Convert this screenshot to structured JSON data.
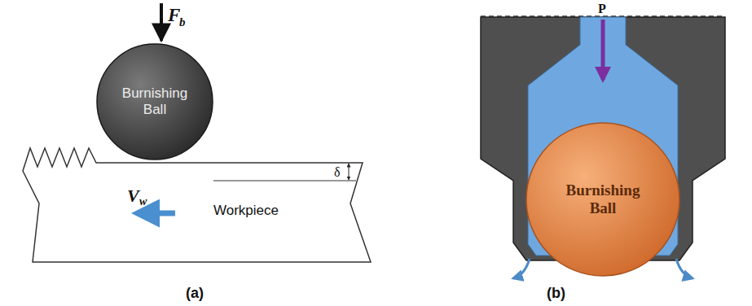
{
  "diagram": {
    "nodes": [
      {
        "text": [
          "Burnishing Ball"
        ]
      },
      {
        "text": [
          "Workpiece"
        ]
      },
      {
        "text": [
          "Burnishing Ball"
        ]
      }
    ],
    "labels": [
      "F",
      "b",
      "δ",
      "V",
      "w",
      "(a)",
      "P",
      "(b)"
    ]
  }
}
